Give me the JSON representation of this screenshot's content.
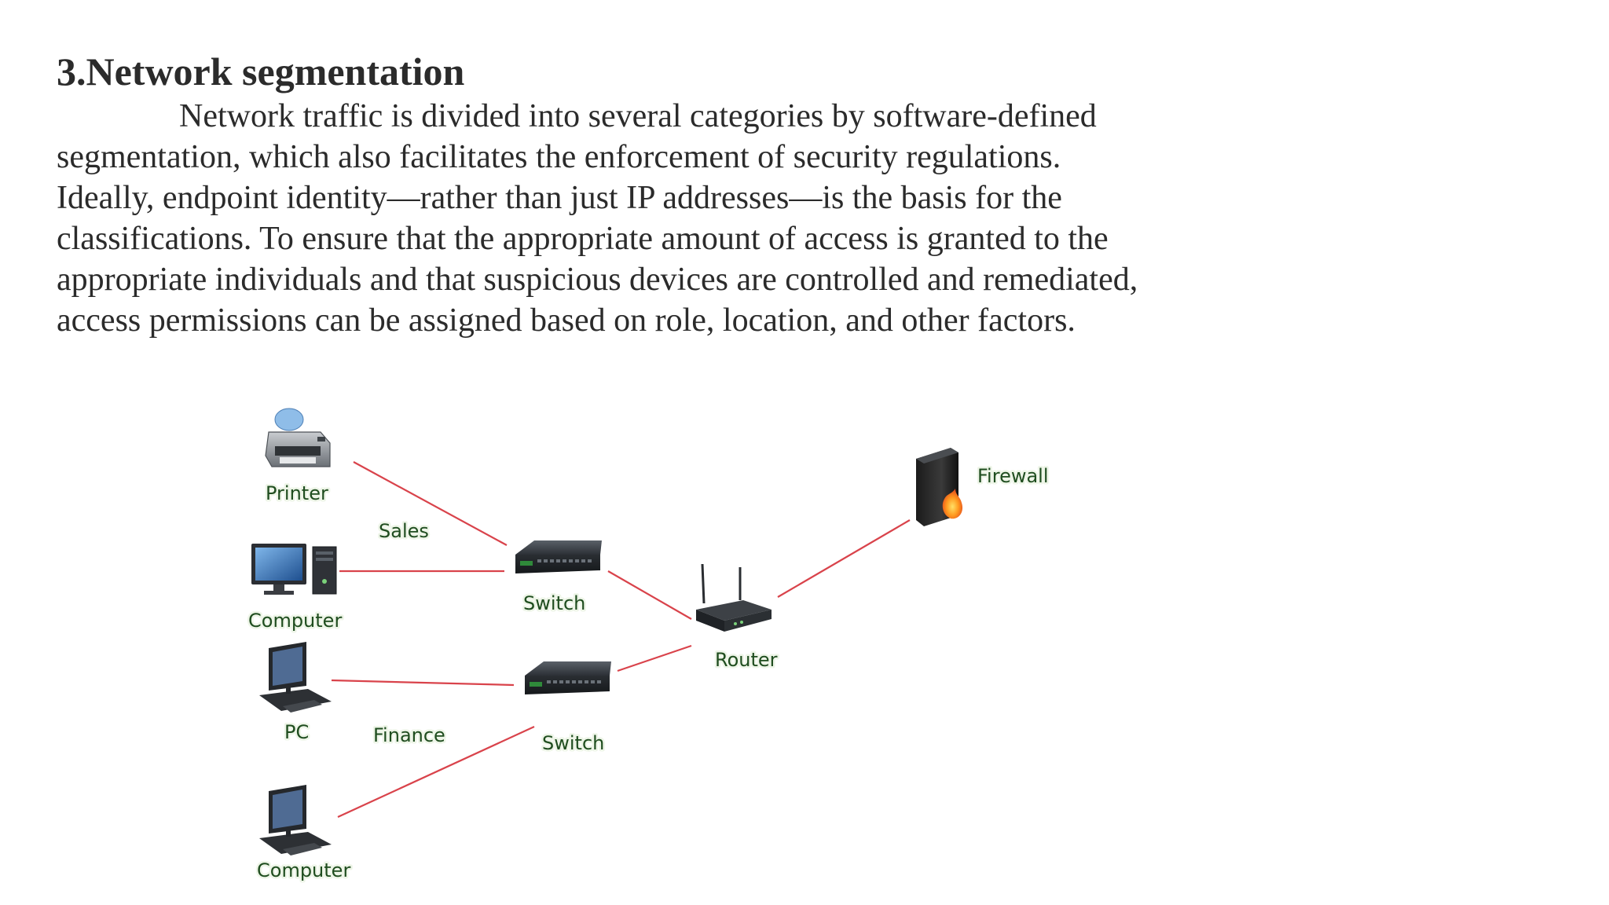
{
  "slide": {
    "heading": "3.Network segmentation",
    "paragraph_lines": [
      "Network traffic is divided into several categories by software-defined",
      "segmentation, which also facilitates the enforcement of security regulations.",
      "Ideally, endpoint identity—rather than just IP addresses—is the basis for the",
      "classifications. To ensure that the appropriate amount of access is granted to the",
      "appropriate individuals and that suspicious devices are controlled and remediated,",
      "access permissions can be assigned based on role, location, and other factors."
    ]
  },
  "diagram": {
    "nodes": {
      "printer": "Printer",
      "computer_sales": "Computer",
      "pc": "PC",
      "computer_finance": "Computer",
      "switch_sales": "Switch",
      "switch_finance": "Switch",
      "router": "Router",
      "firewall": "Firewall"
    },
    "segments": {
      "sales": "Sales",
      "finance": "Finance"
    },
    "link_color": "#d9434b",
    "label_color": "#1f4d1f"
  }
}
